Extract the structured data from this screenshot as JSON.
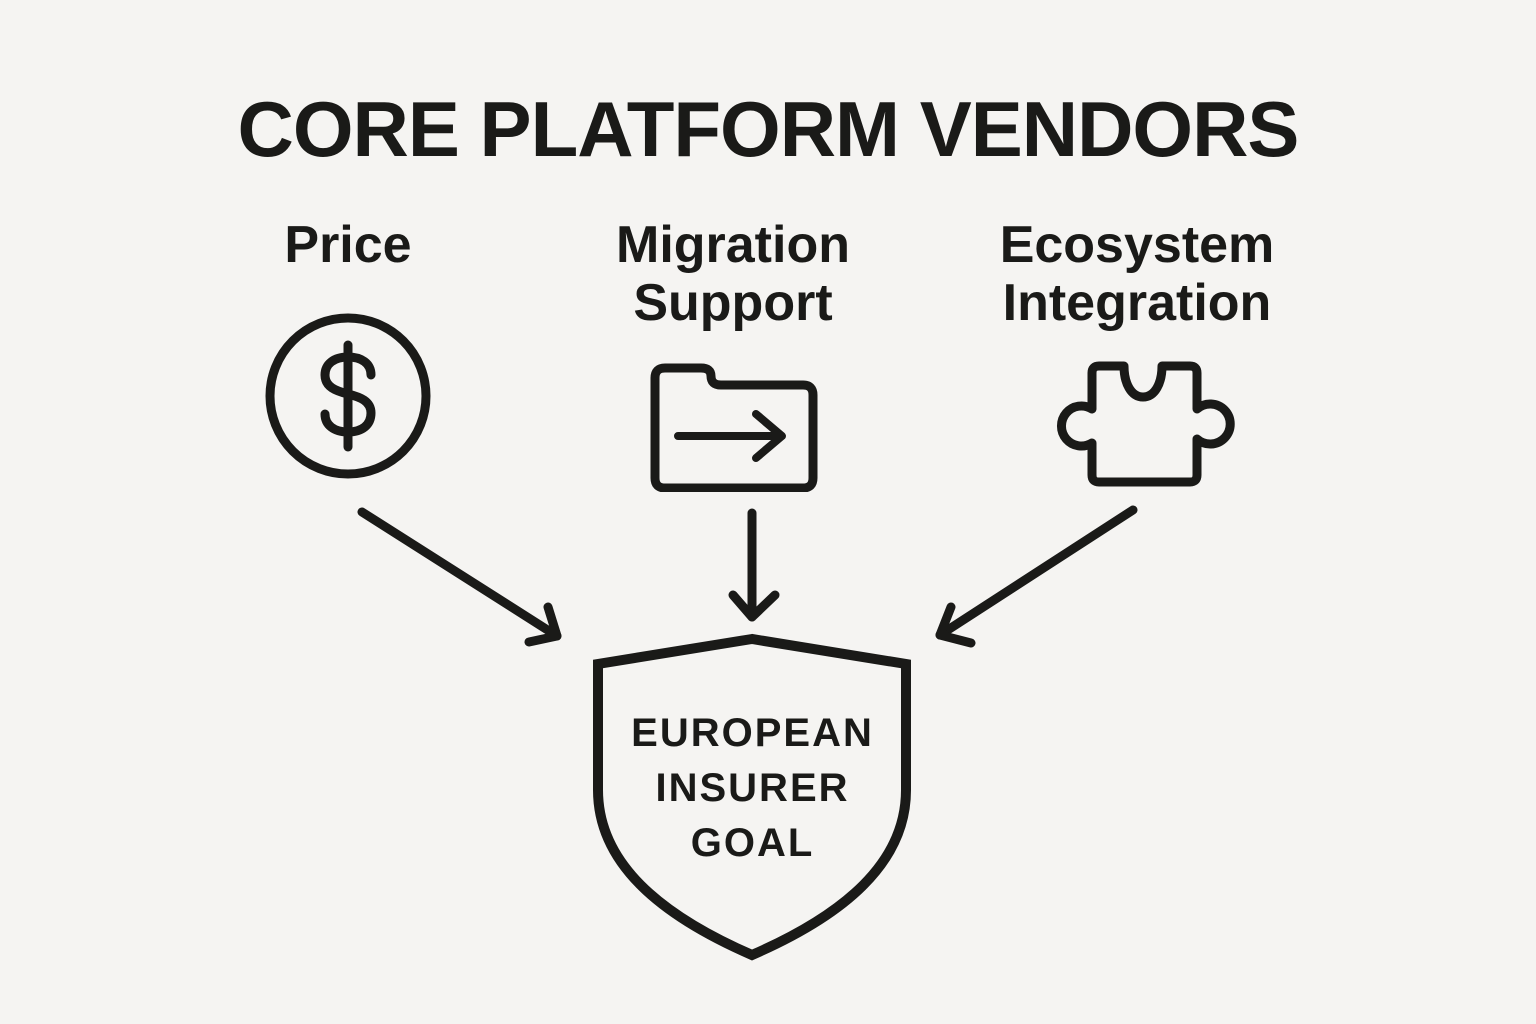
{
  "title": "CORE PLATFORM VENDORS",
  "colors": {
    "background": "#f5f4f2",
    "ink": "#1a1a18"
  },
  "vendors": [
    {
      "id": "price",
      "lines": [
        "Price"
      ],
      "icon": "dollar-circle-icon"
    },
    {
      "id": "migration-support",
      "lines": [
        "Migration",
        "Support"
      ],
      "icon": "folder-arrow-icon"
    },
    {
      "id": "ecosystem-integration",
      "lines": [
        "Ecosystem",
        "Integration"
      ],
      "icon": "puzzle-piece-icon"
    }
  ],
  "goal": {
    "lines": [
      "EUROPEAN",
      "INSURER",
      "GOAL"
    ],
    "icon": "shield-icon"
  },
  "connectors": [
    {
      "from": "price",
      "to": "goal",
      "direction": "down-right"
    },
    {
      "from": "migration-support",
      "to": "goal",
      "direction": "down"
    },
    {
      "from": "ecosystem-integration",
      "to": "goal",
      "direction": "down-left"
    }
  ]
}
